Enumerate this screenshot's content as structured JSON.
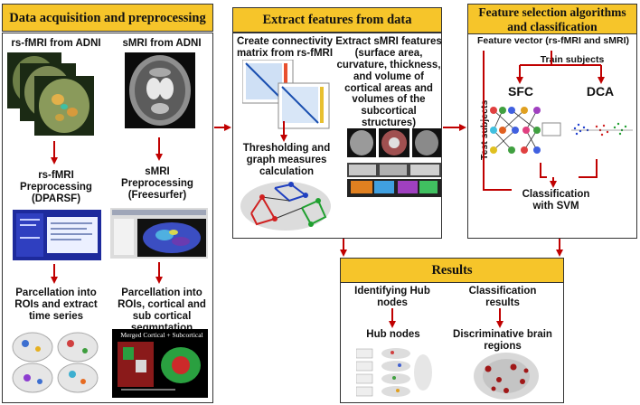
{
  "panels": {
    "acquisition": {
      "title": "Data acquisition and preprocessing",
      "rsfmri_source": "rs-fMRI from ADNI",
      "smri_source": "sMRI from ADNI",
      "rsfmri_preproc": "rs-fMRI Preprocessing (DPARSF)",
      "smri_preproc": "sMRI Preprocessing (Freesurfer)",
      "parcellation_rsfmri": "Parcellation into ROIs and extract time series",
      "parcellation_smri": "Parcellation into ROIs, cortical and sub cortical segmntation",
      "merged_caption": "Merged Cortical + Subcortical"
    },
    "features": {
      "title": "Extract features from data",
      "connectivity": "Create connectivity matrix from rs-fMRI",
      "smri_features": "Extract sMRI features (surface area, curvature, thickness, and volume of cortical areas and volumes of the subcortical structures)",
      "thresholding": "Thresholding and graph measures calculation"
    },
    "selection": {
      "title": "Feature selection algorithms and classification",
      "feature_vector": "Feature vector (rs-fMRI and sMRI)",
      "train_subjects": "Train subjects",
      "test_subjects": "Test subjects",
      "sfc": "SFC",
      "dca": "DCA",
      "classification": "Classification with SVM"
    },
    "results": {
      "title": "Results",
      "identifying_hubs": "Identifying Hub nodes",
      "classification_results": "Classification results",
      "hub_nodes": "Hub nodes",
      "discriminative": "Discriminative brain regions"
    }
  },
  "colors": {
    "title_bg": "#f6c52a",
    "arrow": "#c00000",
    "panel_border": "#333333"
  }
}
